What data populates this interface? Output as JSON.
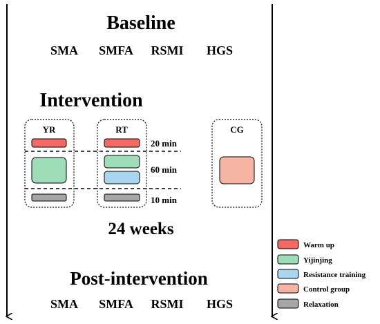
{
  "baseline": {
    "title": "Baseline",
    "measures": [
      "SMA",
      "SMFA",
      "RSMI",
      "HGS"
    ]
  },
  "intervention": {
    "title": "Intervention",
    "groups": [
      {
        "id": "YR",
        "label": "YR"
      },
      {
        "id": "RT",
        "label": "RT"
      },
      {
        "id": "CG",
        "label": "CG"
      }
    ],
    "durations": [
      "20 min",
      "60 min",
      "10 min"
    ],
    "period": "24 weeks"
  },
  "post": {
    "title": "Post-intervention",
    "measures": [
      "SMA",
      "SMFA",
      "RSMI",
      "HGS"
    ]
  },
  "legend": [
    {
      "key": "warmup",
      "label": "Warm up",
      "color": "#f26a63"
    },
    {
      "key": "yijinjing",
      "label": "Yijinjing",
      "color": "#9fdcb8"
    },
    {
      "key": "resistance",
      "label": "Resistance training",
      "color": "#a9d6ee"
    },
    {
      "key": "control",
      "label": "Control group",
      "color": "#f6b5a3"
    },
    {
      "key": "relaxation",
      "label": "Relaxation",
      "color": "#a6a6a6"
    }
  ]
}
